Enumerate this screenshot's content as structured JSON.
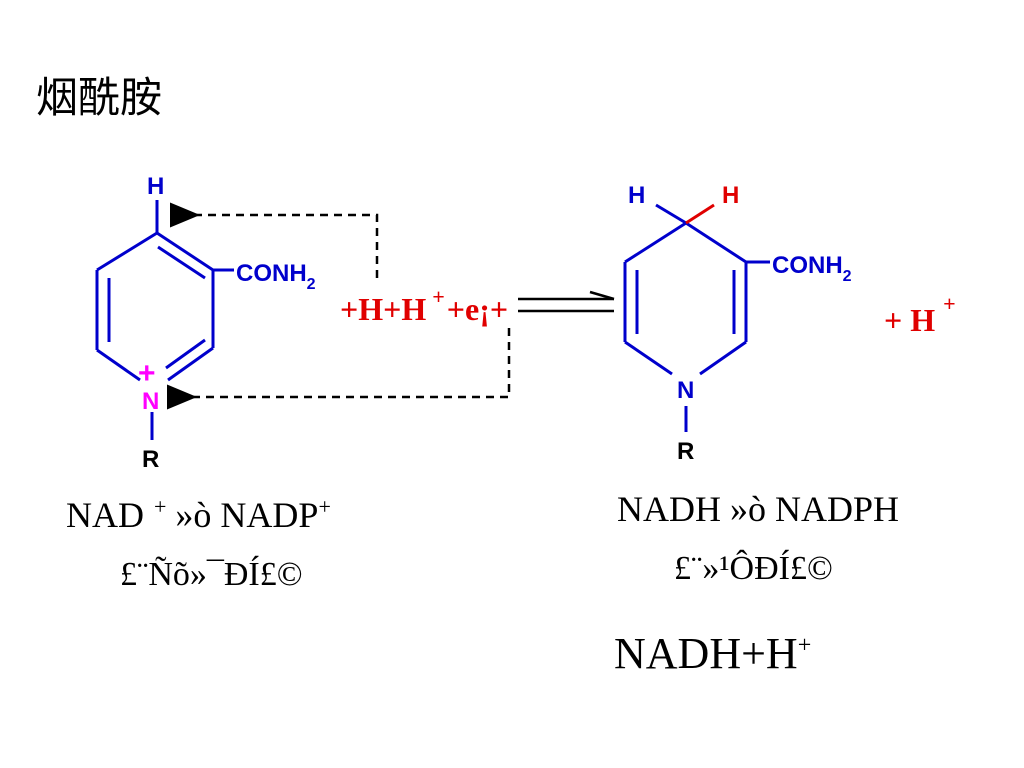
{
  "title": "烟酰胺",
  "colors": {
    "bond": "#0000cc",
    "red": "#e00000",
    "magenta": "#ff00ff",
    "black": "#000000"
  },
  "left_molecule": {
    "h_top": "H",
    "conh2_main": "CONH",
    "conh2_sub": "2",
    "plus": "+",
    "n": "N",
    "r": "R"
  },
  "right_molecule": {
    "h_left": "H",
    "h_right": "H",
    "conh2_main": "CONH",
    "conh2_sub": "2",
    "n": "N",
    "r": "R"
  },
  "reaction": {
    "reagents_a": "+H+H",
    "reagents_sup": "+",
    "reagents_b": "+e",
    "reagents_c": "¡+",
    "product_h": "+ H",
    "product_sup": "+"
  },
  "captions": {
    "left_line1_a": "NAD",
    "left_line1_sup": "+",
    "left_line1_b": " »ò NADP",
    "left_line1_sup2": "+",
    "left_line2": "£¨Ñõ»¯ÐÍ£©",
    "right_line1": "NADH »ò NADPH",
    "right_line2": "£¨»¹Ô­ÐÍ£©",
    "bottom_main": "NADH+H",
    "bottom_sup": "+"
  }
}
